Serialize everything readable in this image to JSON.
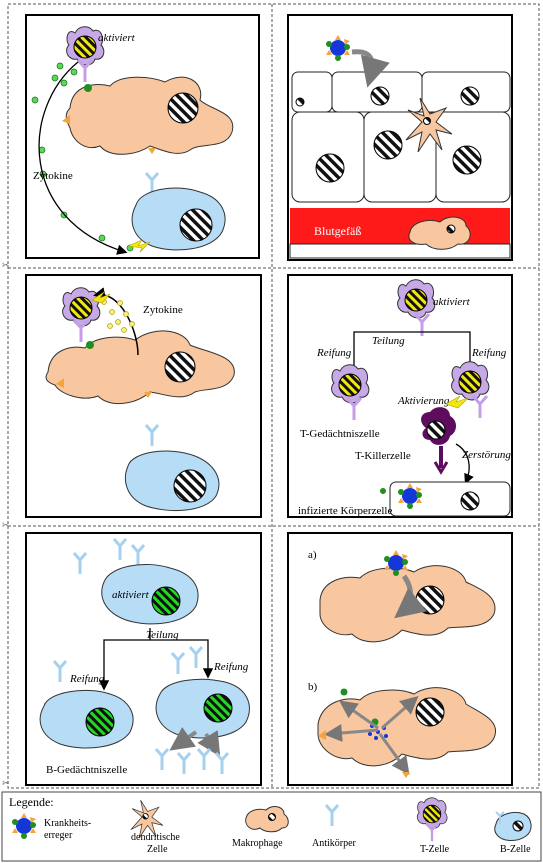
{
  "colors": {
    "macrophage": "#f9c79f",
    "bcell": "#b6dcf6",
    "vessel": "#ff1a1a",
    "tcell": "#c7a9e8",
    "receptor": "#c49ee6",
    "antibody": "#a6d1ee",
    "pathogen_body": "#1537d8",
    "pathogen_spikes": "#f3a43a",
    "pathogen_dots": "#1f8f1f",
    "cytokine": "#58d858",
    "nucleus_t": "#f2e70f",
    "nucleus_b": "#21d921",
    "killer": "#5e0d5e"
  },
  "panel1": {
    "label_active": "aktiviert",
    "label_cytokine": "Zytokine"
  },
  "panel2": {
    "label_vessel": "Blutgefäß"
  },
  "panel3": {
    "label_cytokine": "Zytokine"
  },
  "panel4": {
    "label_active": "aktiviert",
    "label_division": "Teilung",
    "label_maturation_left": "Reifung",
    "label_maturation_right": "Reifung",
    "label_activation": "Aktivierung",
    "label_memory": "T-Gedächtniszelle",
    "label_killer": "T-Killerzelle",
    "label_destruction": "Zerstörung",
    "label_infected": "infizierte Körperzelle"
  },
  "panel5": {
    "label_active": "aktiviert",
    "label_division": "Teilung",
    "label_maturation_left": "Reifung",
    "label_maturation_right": "Reifung",
    "label_memory": "B-Gedächtniszelle"
  },
  "panel6": {
    "label_a": "a)",
    "label_b": "b)"
  },
  "legend": {
    "title": "Legende:",
    "pathogen_line1": "Krankheits-",
    "pathogen_line2": "erreger",
    "dendritic_line1": "dendritische",
    "dendritic_line2": "Zelle",
    "macrophage": "Makrophage",
    "antibody": "Antikörper",
    "tcell": "T-Zelle",
    "bcell": "B-Zelle"
  }
}
